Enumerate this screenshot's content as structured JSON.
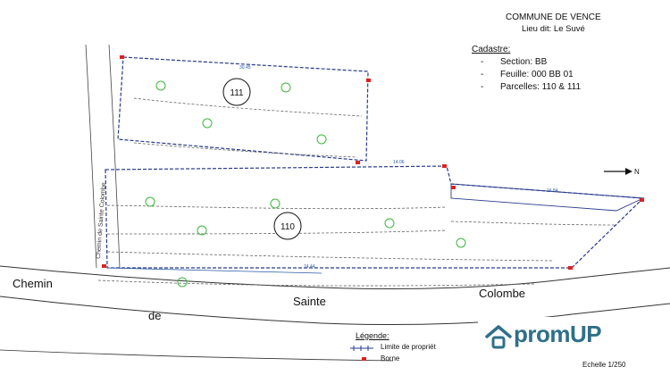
{
  "header": {
    "commune": "COMMUNE DE VENCE",
    "lieu_dit": "Lieu dit: Le Suvé"
  },
  "cadastre": {
    "title": "Cadastre:",
    "lines": [
      "Section: BB",
      "Feuille: 000 BB 01",
      "Parcelles: 110 & 111"
    ]
  },
  "parcels": [
    {
      "label": "111"
    },
    {
      "label": "110"
    }
  ],
  "road": {
    "words": [
      "Chemin",
      "de",
      "Sainte",
      "Colombe"
    ],
    "vertical_label": "Chemin de Sainte Colombe"
  },
  "legend": {
    "title": "Légende:",
    "items": [
      {
        "label": "Limite de propriét",
        "symbol": "boundary-line"
      },
      {
        "label": "Borne",
        "symbol": "red-square"
      }
    ]
  },
  "scale": "Echelle 1/250",
  "brand": {
    "name": "promUP",
    "color": "#2f6f8a"
  },
  "north_label": "N",
  "dimensions": [
    "30.45",
    "14.06",
    "16.84",
    "74.44"
  ],
  "colors": {
    "boundary": "#2a3a8c",
    "borne": "#e02020",
    "tree": "#3cb83c",
    "contour": "#555555"
  }
}
